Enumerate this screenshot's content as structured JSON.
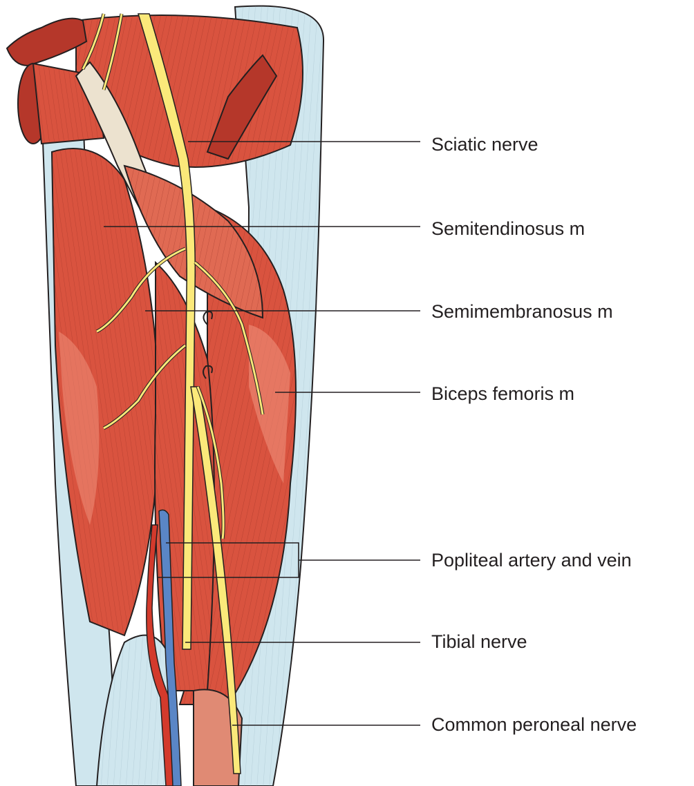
{
  "diagram": {
    "labels": [
      {
        "id": "sciatic",
        "text": "Sciatic nerve"
      },
      {
        "id": "semitendinosus",
        "text": "Semitendinosus m"
      },
      {
        "id": "semimembranosus",
        "text": "Semimembranosus m"
      },
      {
        "id": "biceps",
        "text": "Biceps femoris m"
      },
      {
        "id": "popliteal",
        "text": "Popliteal artery and vein"
      },
      {
        "id": "tibial",
        "text": "Tibial nerve"
      },
      {
        "id": "peroneal",
        "text": "Common peroneal nerve"
      }
    ],
    "colors": {
      "muscle": "#d9533f",
      "muscle_light": "#ee8f7a",
      "fascia": "#cfe6ee",
      "tendon": "#ece2cf",
      "nerve": "#fbe97a",
      "artery": "#d33a2c",
      "vein": "#5a86c6",
      "outline": "#231f20"
    }
  }
}
